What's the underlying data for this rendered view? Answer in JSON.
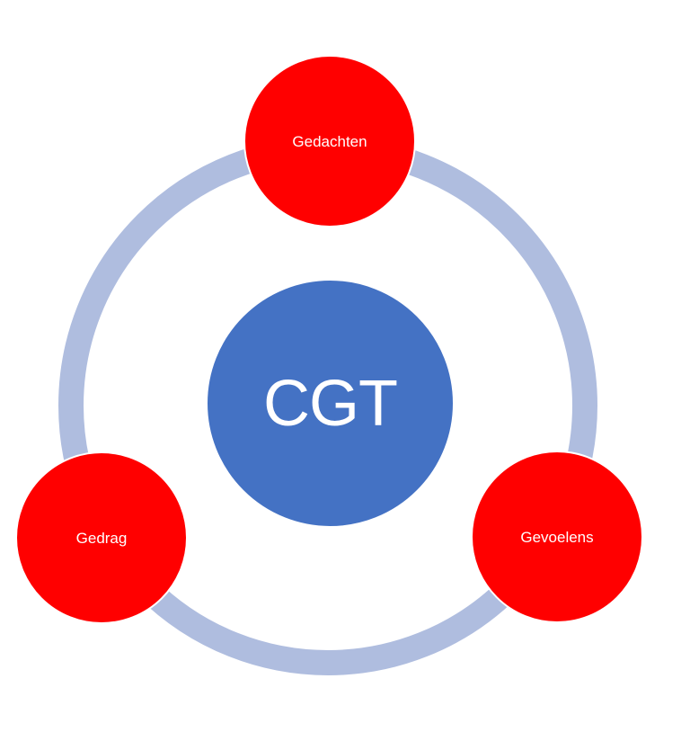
{
  "diagram": {
    "type": "cycle",
    "center": {
      "label": "CGT",
      "color": "#4472C4"
    },
    "nodes": [
      {
        "id": "top",
        "label": "Gedachten",
        "color": "#FF0000"
      },
      {
        "id": "right",
        "label": "Gevoelens",
        "color": "#FF0000"
      },
      {
        "id": "left",
        "label": "Gedrag",
        "color": "#FF0000"
      }
    ],
    "ring_color": "#AFBDDF",
    "text_color": "#FFFFFF"
  }
}
